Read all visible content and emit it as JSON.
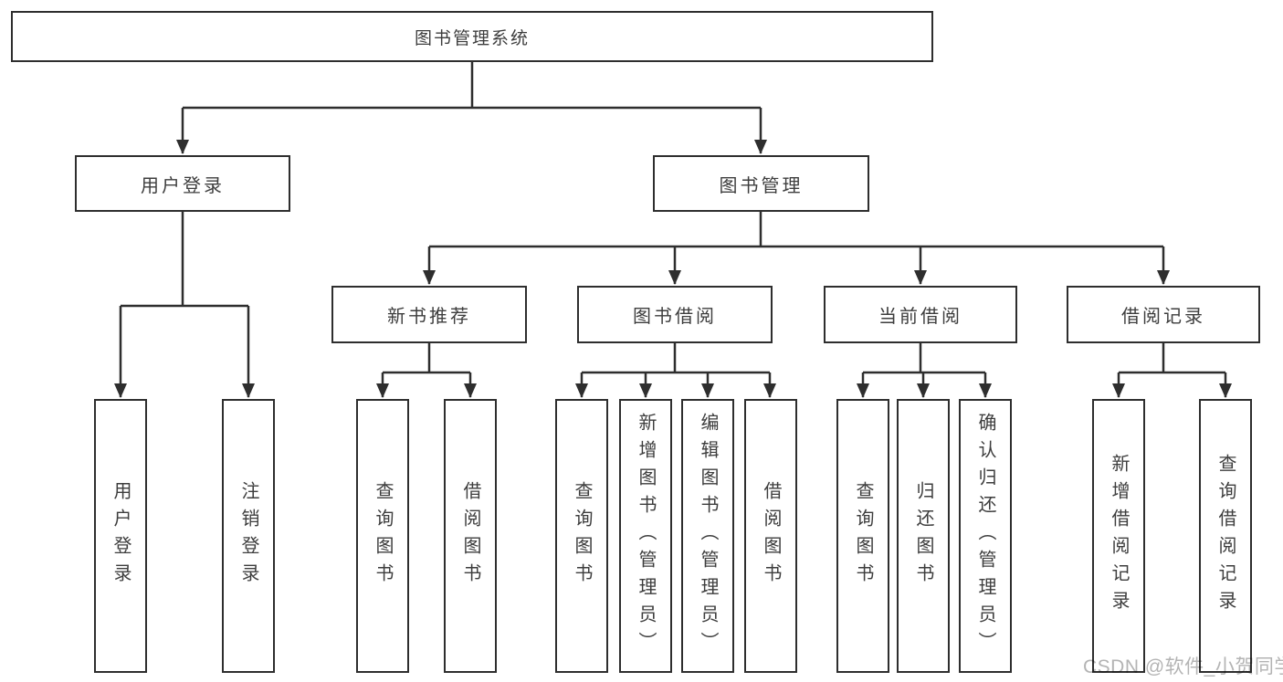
{
  "diagram": {
    "title": "图书管理系统",
    "nodes": {
      "root": {
        "label": "图书管理系统"
      },
      "user_login": {
        "label": "用户登录"
      },
      "book_management": {
        "label": "图书管理"
      },
      "new_book_recommend": {
        "label": "新书推荐"
      },
      "book_borrow": {
        "label": "图书借阅"
      },
      "current_borrow": {
        "label": "当前借阅"
      },
      "borrow_records": {
        "label": "借阅记录"
      },
      "leaf_user_login": {
        "label": "用户登录"
      },
      "leaf_logout": {
        "label": "注销登录"
      },
      "leaf_nb_query": {
        "label": "查询图书"
      },
      "leaf_nb_borrow": {
        "label": "借阅图书"
      },
      "leaf_bb_query": {
        "label": "查询图书"
      },
      "leaf_bb_add": {
        "label": "新增图书（管理员）"
      },
      "leaf_bb_edit": {
        "label": "编辑图书（管理员）"
      },
      "leaf_bb_borrow": {
        "label": "借阅图书"
      },
      "leaf_cb_query": {
        "label": "查询图书"
      },
      "leaf_cb_return": {
        "label": "归还图书"
      },
      "leaf_cb_confirm": {
        "label": "确认归还（管理员）"
      },
      "leaf_br_add": {
        "label": "新增借阅记录"
      },
      "leaf_br_query": {
        "label": "查询借阅记录"
      }
    },
    "watermark": "CSDN @软件_小贺同学",
    "colors": {
      "line": "#2e2e2e",
      "text": "#3d3d3d",
      "watermark": "#b4b4b4",
      "box_fill": "#ffffff",
      "background": "#ffffff"
    }
  }
}
